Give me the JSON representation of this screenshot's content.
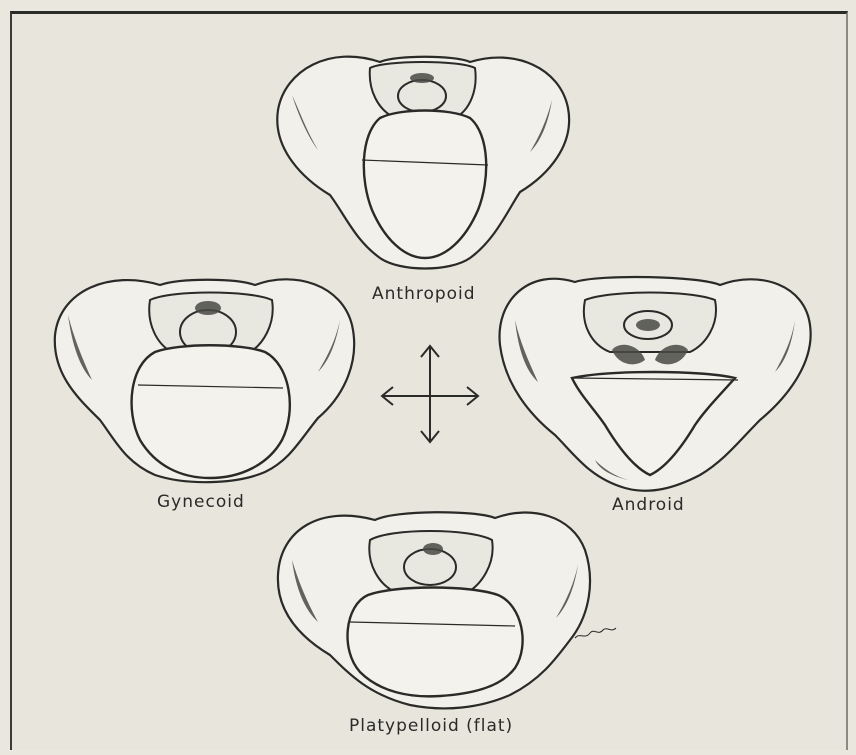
{
  "labels": {
    "anthropoid": "Anthropoid",
    "gynecoid": "Gynecoid",
    "android": "Android",
    "platypelloid": "Platypelloid (flat)"
  },
  "colors": {
    "paper": "#e7e5dc",
    "ink": "#2a2a28",
    "bone": "#efeee8"
  }
}
